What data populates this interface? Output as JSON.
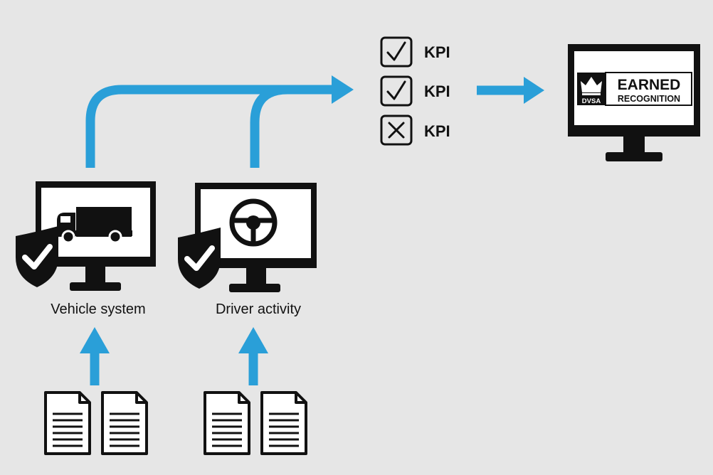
{
  "colors": {
    "background": "#e6e6e6",
    "arrow": "#2a9fd8",
    "ink": "#111111",
    "paper": "#ffffff"
  },
  "sources": [
    {
      "label": "Vehicle system",
      "icon": "truck-icon"
    },
    {
      "label": "Driver activity",
      "icon": "steering-wheel-icon"
    }
  ],
  "kpis": [
    {
      "label": "KPI",
      "status": "pass"
    },
    {
      "label": "KPI",
      "status": "pass"
    },
    {
      "label": "KPI",
      "status": "fail"
    }
  ],
  "badge": {
    "line1": "EARNED",
    "line2": "RECOGNITION",
    "org": "DVSA"
  }
}
